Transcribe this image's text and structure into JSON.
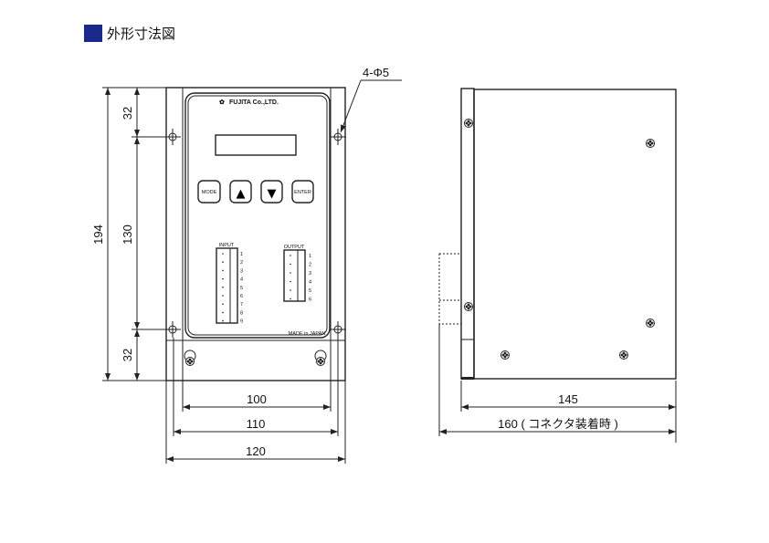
{
  "title": {
    "text": "外形寸法図",
    "marker_color": "#1a2a8c"
  },
  "front": {
    "brand": "FUJITA Co.,LTD.",
    "buttons": [
      "MODE",
      "▲",
      "▼",
      "ENTER"
    ],
    "input_label": "INPUT",
    "input_pins": [
      "1",
      "2",
      "3",
      "4",
      "5",
      "6",
      "7",
      "8",
      "9"
    ],
    "output_label": "OUTPUT",
    "output_pins": [
      "1",
      "2",
      "3",
      "4",
      "5",
      "6"
    ],
    "made_in": "MADE in JAPAN",
    "hole_callout": "4-Φ5"
  },
  "dimensions": {
    "front_height_total": "194",
    "front_top": "32",
    "front_mid": "130",
    "front_bottom": "32",
    "front_width_100": "100",
    "front_width_110": "110",
    "front_width_120": "120",
    "side_depth": "145",
    "side_depth_with_connector": "160 ( コネクタ装着時 )"
  }
}
